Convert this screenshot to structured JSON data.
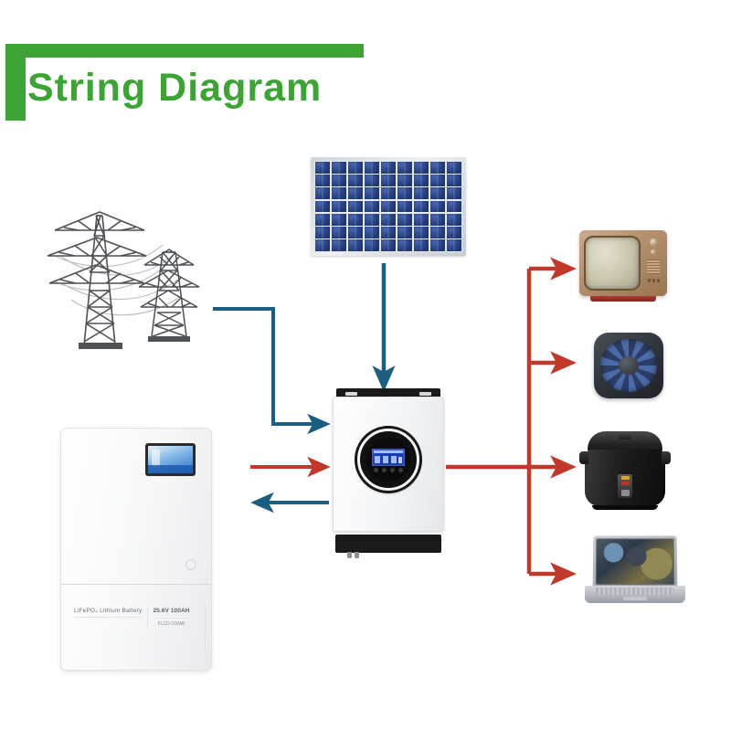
{
  "page": {
    "title": "String  Diagram",
    "background": "#ffffff",
    "accent_green": "#3da334"
  },
  "colors": {
    "title_green": "#3da334",
    "wire_blue": "#1b5e80",
    "wire_red": "#c0392b",
    "panel_blue": "#2e4b92"
  },
  "nodes": {
    "grid": {
      "name": "Utility Power Grid Towers",
      "tower_count": 2,
      "crossarm_levels": 3
    },
    "solar": {
      "name": "Solar PV Panel",
      "cell_columns": 9,
      "cell_rows": 7
    },
    "inverter": {
      "name": "Hybrid Solar Inverter",
      "button_count": 4
    },
    "battery": {
      "name": "Lithium Battery Cabinet",
      "label_chemistry": "LiFePO₄ Lithium Battery",
      "label_spec": "25.6V 100AH",
      "label_model": "FLCD-100AB"
    }
  },
  "loads": [
    {
      "id": "tv",
      "name": "Television"
    },
    {
      "id": "fan",
      "name": "Electric Fan"
    },
    {
      "id": "cooker",
      "name": "Rice Cooker"
    },
    {
      "id": "laptop",
      "name": "Laptop Computer"
    }
  ],
  "connections": [
    {
      "id": "grid-to-inverter",
      "from": "grid",
      "to": "inverter",
      "color": "#1b5e80",
      "style": "elbow-right-arrow"
    },
    {
      "id": "solar-to-inverter",
      "from": "solar",
      "to": "inverter",
      "color": "#1b5e80",
      "style": "vertical-down-arrow"
    },
    {
      "id": "battery-to-inverter",
      "from": "battery",
      "to": "inverter",
      "color": "#c0392b",
      "style": "horizontal-right-arrow"
    },
    {
      "id": "inverter-to-battery",
      "from": "inverter",
      "to": "battery",
      "color": "#1b5e80",
      "style": "horizontal-left-arrow"
    },
    {
      "id": "inverter-to-loads",
      "from": "inverter",
      "to": "loads",
      "color": "#c0392b",
      "style": "bus-four-branches"
    }
  ]
}
